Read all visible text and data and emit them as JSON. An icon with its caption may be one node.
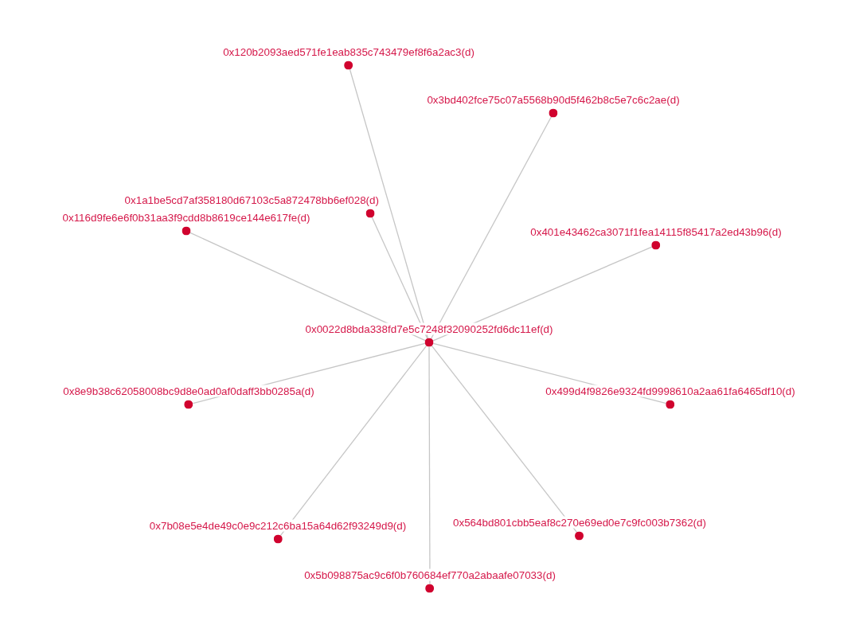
{
  "diagram": {
    "nodes": [
      {
        "text": [
          "0x120b2093aed571fe1eab835c743479ef8f6a2ac3(d)"
        ]
      },
      {
        "text": [
          "0x3bd402fce75c07a5568b90d5f462b8c5e7c6c2ae(d)"
        ]
      },
      {
        "text": [
          "0x1a1be5cd7af358180d67103c5a872478bb6ef028(d)"
        ]
      },
      {
        "text": [
          "0x116d9fe6e6f0b31aa3f9cdd8b8619ce144e617fe(d)"
        ]
      },
      {
        "text": [
          "0x401e43462ca3071f1fea14115f85417a2ed43b96(d)"
        ]
      },
      {
        "text": [
          "0x0022d8bda338fd7e5c7248f32090252fd6dc11ef(d)"
        ]
      },
      {
        "text": [
          "0x8e9b38c62058008bc9d8e0ad0af0daff3bb0285a(d)"
        ]
      },
      {
        "text": [
          "0x499d4f9826e9324fd9998610a2aa61fa6465df10(d)"
        ]
      },
      {
        "text": [
          "0x7b08e5e4de49c0e9c212c6ba15a64d62f93249d9(d)"
        ]
      },
      {
        "text": [
          "0x564bd801cbb5eaf8c270e69ed0e7c9fc003b7362(d)"
        ]
      },
      {
        "text": [
          "0x5b098875ac9c6f0b760684ef770a2abaafe07033(d)"
        ]
      }
    ],
    "edges": [
      {
        "from": 5,
        "to": 0,
        "arrow": "none"
      },
      {
        "from": 5,
        "to": 1,
        "arrow": "none"
      },
      {
        "from": 5,
        "to": 2,
        "arrow": "none"
      },
      {
        "from": 5,
        "to": 3,
        "arrow": "none"
      },
      {
        "from": 5,
        "to": 4,
        "arrow": "none"
      },
      {
        "from": 5,
        "to": 6,
        "arrow": "none"
      },
      {
        "from": 5,
        "to": 7,
        "arrow": "none"
      },
      {
        "from": 5,
        "to": 8,
        "arrow": "none"
      },
      {
        "from": 5,
        "to": 9,
        "arrow": "none"
      },
      {
        "from": 5,
        "to": 10,
        "arrow": "none"
      }
    ]
  }
}
